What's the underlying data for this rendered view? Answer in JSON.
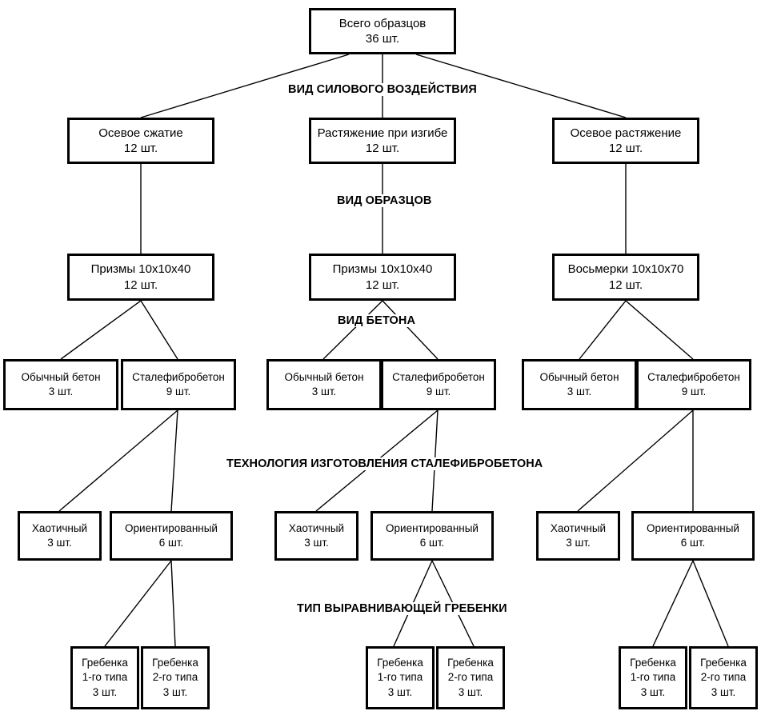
{
  "diagram": {
    "title": "Всего образцов",
    "language": "ru",
    "stage_labels": {
      "force_type": "ВИД СИЛОВОГО ВОЗДЕЙСТВИЯ",
      "sample_type": "ВИД ОБРАЗЦОВ",
      "concrete_type": "ВИД БЕТОНА",
      "fiber_tech": "ТЕХНОЛОГИЯ ИЗГОТОВЛЕНИЯ СТАЛЕФИБРОБЕТОНА",
      "comb_type": "ТИП ВЫРАВНИВАЮЩЕЙ ГРЕБЕНКИ"
    },
    "root": {
      "name": "Всего образцов",
      "count": "36 шт."
    },
    "level_force": [
      {
        "name": "Осевое сжатие",
        "count": "12 шт."
      },
      {
        "name": "Растяжение при изгибе",
        "count": "12 шт."
      },
      {
        "name": "Осевое растяжение",
        "count": "12 шт."
      }
    ],
    "level_samples": [
      {
        "name": "Призмы 10x10x40",
        "count": "12 шт."
      },
      {
        "name": "Призмы 10x10x40",
        "count": "12 шт."
      },
      {
        "name": "Восьмерки 10x10x70",
        "count": "12 шт."
      }
    ],
    "level_concrete": [
      {
        "name": "Обычный бетон",
        "count": "3 шт."
      },
      {
        "name": "Сталефибробетон",
        "count": "9 шт."
      },
      {
        "name": "Обычный бетон",
        "count": "3 шт."
      },
      {
        "name": "Сталефибробетон",
        "count": "9 шт."
      },
      {
        "name": "Обычный бетон",
        "count": "3 шт."
      },
      {
        "name": "Сталефибробетон",
        "count": "9 шт."
      }
    ],
    "level_technology": [
      {
        "name": "Хаотичный",
        "count": "3 шт."
      },
      {
        "name": "Ориентированный",
        "count": "6 шт."
      },
      {
        "name": "Хаотичный",
        "count": "3 шт."
      },
      {
        "name": "Ориентированный",
        "count": "6 шт."
      },
      {
        "name": "Хаотичный",
        "count": "3 шт."
      },
      {
        "name": "Ориентированный",
        "count": "6 шт."
      }
    ],
    "level_comb": [
      {
        "name": "Гребенка",
        "type": "1-го типа",
        "count": "3 шт."
      },
      {
        "name": "Гребенка",
        "type": "2-го типа",
        "count": "3 шт."
      },
      {
        "name": "Гребенка",
        "type": "1-го типа",
        "count": "3 шт."
      },
      {
        "name": "Гребенка",
        "type": "2-го типа",
        "count": "3 шт."
      },
      {
        "name": "Гребенка",
        "type": "1-го типа",
        "count": "3 шт."
      },
      {
        "name": "Гребенка",
        "type": "2-го типа",
        "count": "3 шт."
      }
    ],
    "colors": {
      "box_border": "#000000",
      "box_fill": "#ffffff",
      "line": "#000000",
      "text": "#000000"
    }
  }
}
